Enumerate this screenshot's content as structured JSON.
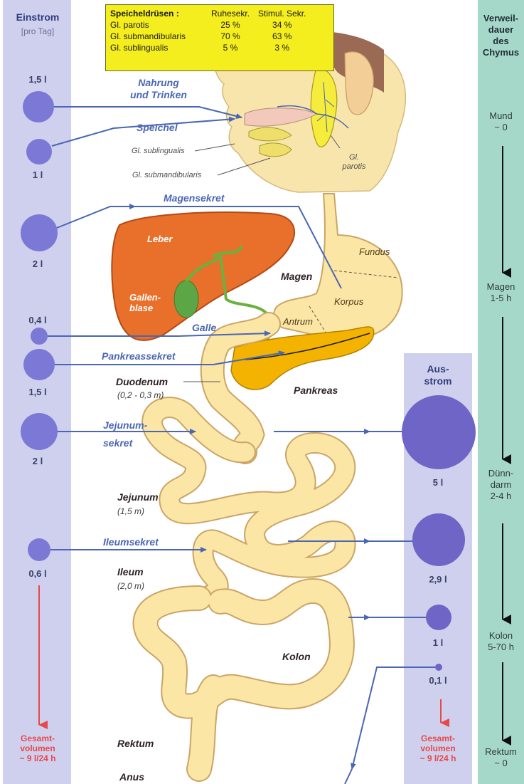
{
  "left_column": {
    "title": "Einstrom",
    "subtitle": "[pro Tag]",
    "volumes": [
      "1,5 l",
      "1 l",
      "2 l",
      "0,4 l",
      "1,5 l",
      "2 l",
      "0,6 l"
    ],
    "total": [
      "Gesamt-",
      "volumen",
      "~ 9 l/24 h"
    ]
  },
  "out_column": {
    "title": [
      "Aus-",
      "strom"
    ],
    "volumes": [
      "5 l",
      "2,9 l",
      "1 l",
      "0,1 l"
    ],
    "total": [
      "Gesamt-",
      "volumen",
      "~ 9 l/24 h"
    ]
  },
  "right_column": {
    "title": [
      "Verweil-",
      "dauer",
      "des",
      "Chymus"
    ],
    "stops": [
      {
        "name": "Mund",
        "time": "~ 0"
      },
      {
        "name": "Magen",
        "time": "1-5 h"
      },
      {
        "name": "Dünn-",
        "name2": "darm",
        "time": "2-4 h"
      },
      {
        "name": "Kolon",
        "time": "5-70 h"
      },
      {
        "name": "Rektum",
        "time": "~ 0"
      }
    ]
  },
  "gland_table": {
    "header": [
      "Speicheldrüsen :",
      "Ruhesekr.",
      "Stimul. Sekr."
    ],
    "rows": [
      [
        "Gl. parotis",
        "25 %",
        "34 %"
      ],
      [
        "Gl. submandibularis",
        "70 %",
        "63 %"
      ],
      [
        "Gl. sublingualis",
        "5 %",
        "3 %"
      ]
    ]
  },
  "secretion_labels": {
    "nahrung": [
      "Nahrung",
      "und Trinken"
    ],
    "speichel": "Speichel",
    "magensekret": "Magensekret",
    "galle": "Galle",
    "pankreassekret": "Pankreassekret",
    "jejunumsekret": [
      "Jejunum-",
      "sekret"
    ],
    "ileumsekret": "Ileumsekret"
  },
  "organ_labels": {
    "sublingualis": "Gl. sublingualis",
    "submandibularis": "Gl. submandibularis",
    "parotis": [
      "Gl.",
      "parotis"
    ],
    "leber": "Leber",
    "gallenblase": [
      "Gallen-",
      "blase"
    ],
    "magen": "Magen",
    "fundus": "Fundus",
    "korpus": "Korpus",
    "antrum": "Antrum",
    "pankreas": "Pankreas",
    "duodenum": "Duodenum",
    "duodenum_len": "(0,2 - 0,3 m)",
    "jejunum": "Jejunum",
    "jejunum_len": "(1,5 m)",
    "ileum": "Ileum",
    "ileum_len": "(2,0 m)",
    "kolon": "Kolon",
    "rektum": "Rektum",
    "anus": "Anus"
  },
  "colors": {
    "input_column": "#cfd0ee",
    "time_column": "#a6d8c9",
    "circle": "#7c78d6",
    "arrow": "#4a66b4",
    "total_arrow": "#e8484a",
    "intestine": "#fbe6a6",
    "liver": "#e8702a",
    "pancreas": "#f3b300",
    "table_bg": "#f4ee1e"
  }
}
